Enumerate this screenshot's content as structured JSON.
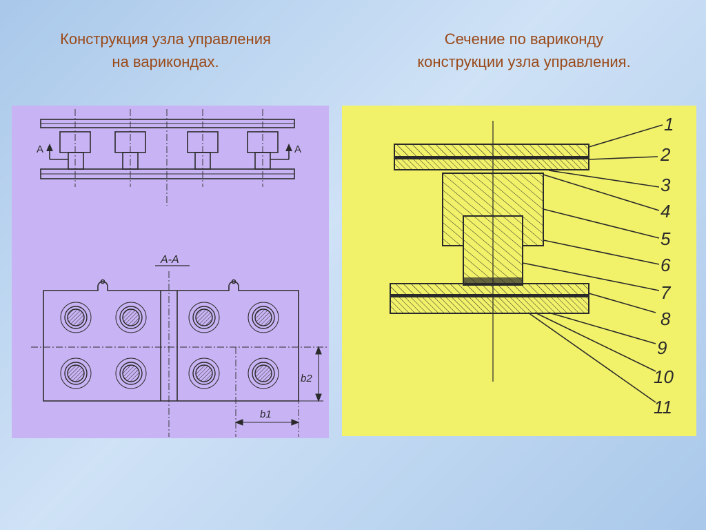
{
  "slide": {
    "title_left_line1": "Конструкция узла управления",
    "title_left_line2": "на варикондах.",
    "title_right_line1": "Сечение по вариконду",
    "title_right_line2": "конструкции  узла управления."
  },
  "left_diagram": {
    "section_mark_left": "A",
    "section_mark_right": "A",
    "section_title": "A-A",
    "dim_b1": "b1",
    "dim_b2": "b2"
  },
  "right_diagram": {
    "callouts": [
      "1",
      "2",
      "3",
      "4",
      "5",
      "6",
      "7",
      "8",
      "9",
      "10",
      "11"
    ]
  },
  "colors": {
    "title_text": "#9a4a1a",
    "left_panel": "#c8b4f4",
    "right_panel": "#f2f26a",
    "drawing_ink": "#2a2a2a"
  }
}
